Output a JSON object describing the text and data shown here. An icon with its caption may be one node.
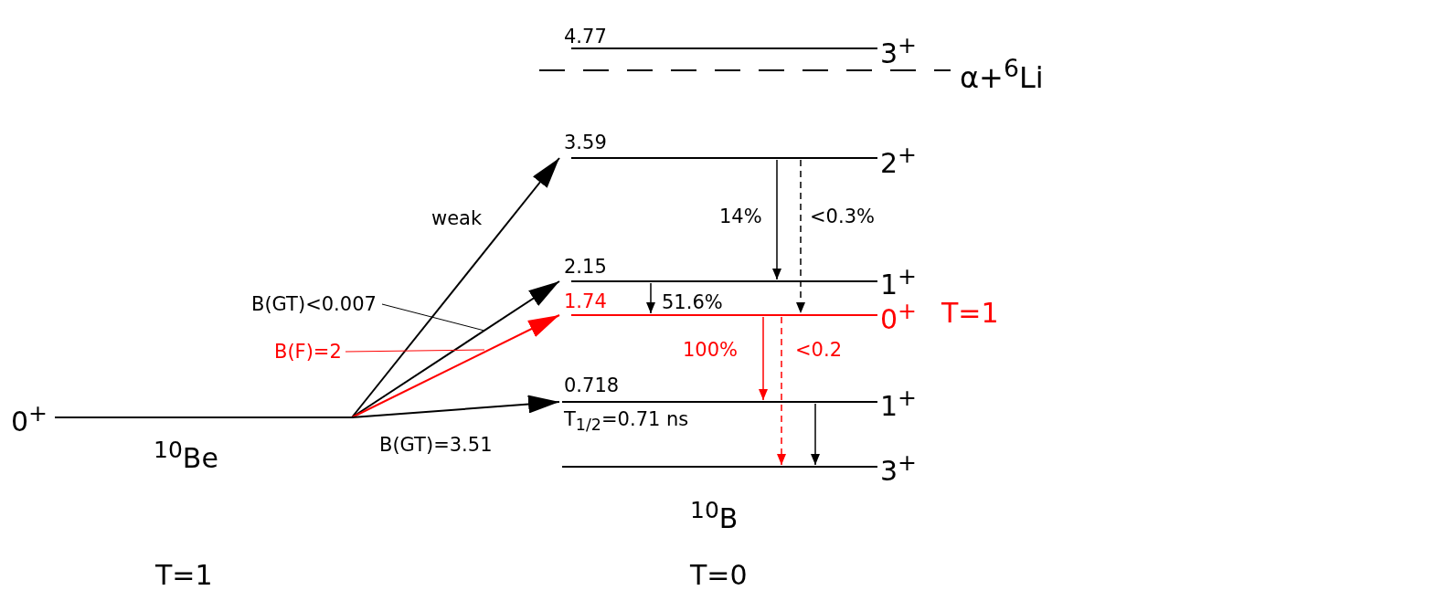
{
  "diagram": {
    "nodes": [
      {
        "text": [
          "0$^{+}$"
        ]
      },
      {
        "text": [
          "4.77",
          "3$^{+}$"
        ]
      },
      {
        "text": [
          "α+$^{6}$Li"
        ]
      },
      {
        "text": [
          "3.59",
          "2$^{+}$"
        ]
      },
      {
        "text": [
          "2.15",
          "1$^{+}$"
        ]
      },
      {
        "text": [
          "1.74",
          "0$^{+}$",
          "T=1"
        ]
      },
      {
        "text": [
          "0.718",
          "1$^{+}$"
        ],
        "beside": [
          "T$_{1/2}$=0.71 ns"
        ]
      },
      {
        "text": [
          "3$^{+}$"
        ]
      },
      {
        "text": [
          "B(GT)<0.007"
        ]
      },
      {
        "text": [
          "B(F)=2"
        ]
      }
    ],
    "edges": [
      {
        "from": 0,
        "to": 3,
        "arrow": "to",
        "label": "weak"
      },
      {
        "from": 0,
        "to": 4,
        "arrow": "to"
      },
      {
        "from": 0,
        "to": 5,
        "arrow": "to",
        "color": "#ff0000"
      },
      {
        "from": 0,
        "to": 6,
        "arrow": "to",
        "label": "B(GT)=3.51"
      },
      {
        "from": 3,
        "to": 4,
        "arrow": "to",
        "label": "14%"
      },
      {
        "from": 3,
        "to": 5,
        "arrow": "to",
        "label": "<0.3%",
        "style": "dashed"
      },
      {
        "from": 4,
        "to": 5,
        "arrow": "to",
        "label": "51.6%"
      },
      {
        "from": 5,
        "to": 6,
        "arrow": "to",
        "label": "100%",
        "color": "#ff0000"
      },
      {
        "from": 5,
        "to": 7,
        "arrow": "to",
        "label": "<0.2",
        "style": "dashed",
        "color": "#ff0000"
      },
      {
        "from": 6,
        "to": 7,
        "arrow": "to"
      },
      {
        "from": 8,
        "to": null,
        "arrow": "none"
      },
      {
        "from": 9,
        "to": null,
        "arrow": "none",
        "color": "#ff0000"
      }
    ],
    "labels": [
      "$^{10}$Be",
      "$^{10}$B",
      "T=1",
      "T=0"
    ]
  }
}
